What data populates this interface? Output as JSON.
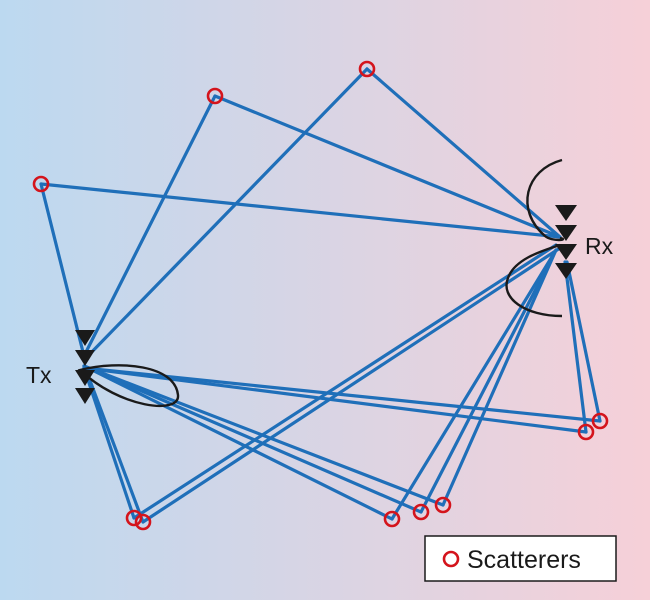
{
  "tx": {
    "label": "Tx"
  },
  "rx": {
    "label": "Rx"
  },
  "legend": {
    "label": "Scatterers"
  },
  "colors": {
    "ray": "#1f6fb9",
    "scatterer": "#d4141c",
    "antenna": "#1a1a1a",
    "background_left": "#bcd9f0",
    "background_right": "#f6d0d8"
  }
}
